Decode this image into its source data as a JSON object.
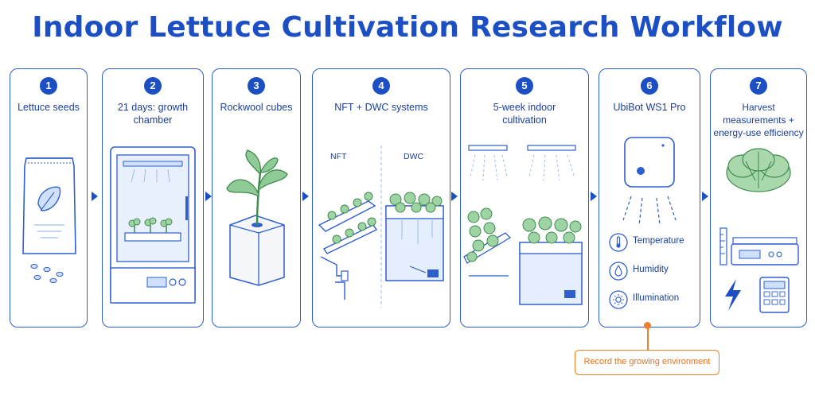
{
  "title": "Indoor Lettuce Cultivation Research Workflow",
  "steps": [
    {
      "number": "1",
      "label": "Lettuce seeds"
    },
    {
      "number": "2",
      "label": "21 days: growth chamber"
    },
    {
      "number": "3",
      "label": "Rockwool cubes"
    },
    {
      "number": "4",
      "label": "NFT + DWC systems",
      "sub_left": "NFT",
      "sub_right": "DWC"
    },
    {
      "number": "5",
      "label": "5-week indoor cultivation"
    },
    {
      "number": "6",
      "label": "UbiBot WS1 Pro",
      "sensors": [
        "Temperature",
        "Humidity",
        "Illumination"
      ]
    },
    {
      "number": "7",
      "label": "Harvest measurements + energy-use efficiency"
    }
  ],
  "note": "Record the growing environment",
  "colors": {
    "primary": "#1c4fc4",
    "light_blue": "#cfe0fb",
    "green": "#3f8a4f",
    "orange": "#f07f2a"
  }
}
